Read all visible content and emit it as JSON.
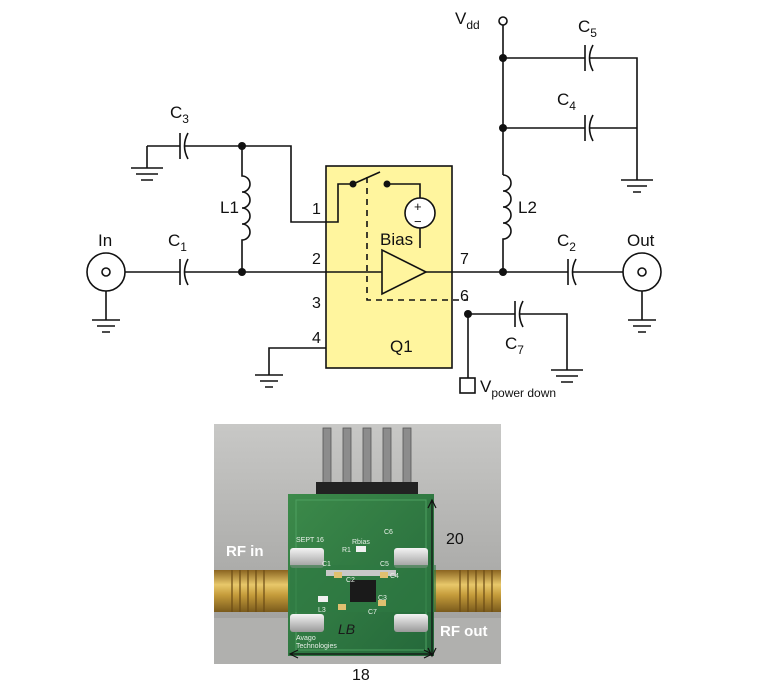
{
  "schematic": {
    "vdd": {
      "main": "V",
      "sub": "dd"
    },
    "c5": {
      "main": "C",
      "sub": "5"
    },
    "c4": {
      "main": "C",
      "sub": "4"
    },
    "c3": {
      "main": "C",
      "sub": "3"
    },
    "c1": {
      "main": "C",
      "sub": "1"
    },
    "c2": {
      "main": "C",
      "sub": "2"
    },
    "c7": {
      "main": "C",
      "sub": "7"
    },
    "l1": "L1",
    "l2": "L2",
    "in_label": "In",
    "out_label": "Out",
    "bias_label": "Bias",
    "q1_label": "Q1",
    "plus": "+",
    "minus": "−",
    "pins": [
      "1",
      "2",
      "3",
      "4",
      "6",
      "7"
    ],
    "vpd": {
      "main": "V",
      "sub": "power down"
    }
  },
  "photo": {
    "rf_in": "RF in",
    "rf_out": "RF out",
    "dim_width": "18",
    "dim_height": "20",
    "board_texts": [
      "SEPT 16",
      "Avago",
      "Technologies",
      "Rbias",
      "C6",
      "C5",
      "C4",
      "C1",
      "C2",
      "C3",
      "C7",
      "L3",
      "R1",
      "LB"
    ]
  },
  "colors": {
    "ic_fill": "#fff59e",
    "board": "#2c7a3e",
    "brass": "#c49b3a"
  }
}
